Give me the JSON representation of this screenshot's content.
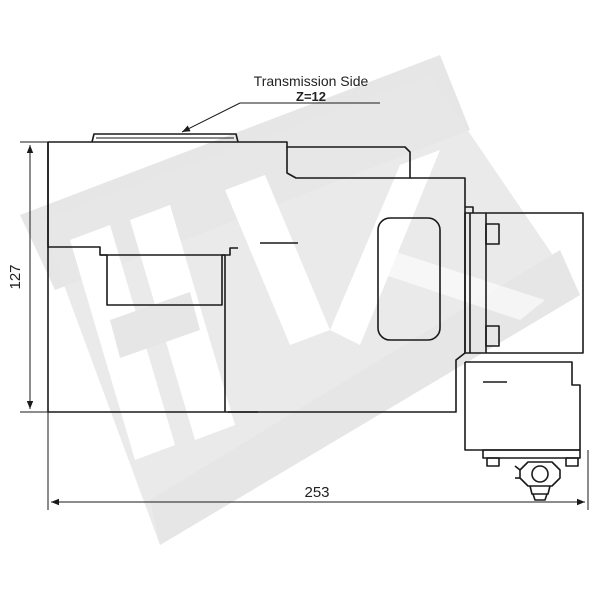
{
  "annotation": {
    "side_label": "Transmission Side",
    "gear_label": "Z=12"
  },
  "dimensions": {
    "height": "127",
    "width": "253"
  },
  "colors": {
    "line": "#1a1a1a",
    "watermark": "#e6e6e6",
    "background": "#ffffff"
  },
  "watermark_icon": "hv-logo-watermark"
}
